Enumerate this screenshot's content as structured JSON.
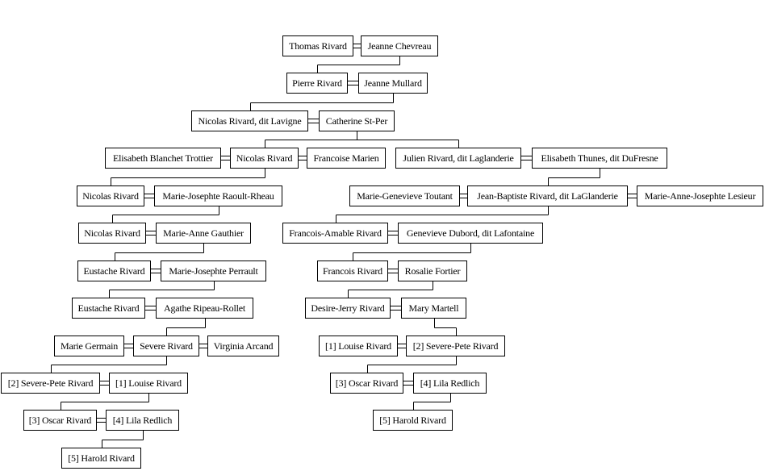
{
  "people": [
    {
      "id": "p1",
      "name": "Thomas Rivard"
    },
    {
      "id": "p2",
      "name": "Jeanne Chevreau"
    },
    {
      "id": "p3",
      "name": "Pierre Rivard"
    },
    {
      "id": "p4",
      "name": "Jeanne Mullard"
    },
    {
      "id": "p5",
      "name": "Nicolas Rivard, dit Lavigne"
    },
    {
      "id": "p6",
      "name": "Catherine St-Per"
    },
    {
      "id": "p7",
      "name": "Elisabeth Blanchet Trottier"
    },
    {
      "id": "p8",
      "name": "Nicolas Rivard"
    },
    {
      "id": "p9",
      "name": "Francoise Marien"
    },
    {
      "id": "p10",
      "name": "Julien Rivard, dit Laglanderie"
    },
    {
      "id": "p11",
      "name": "Elisabeth Thunes, dit DuFresne"
    },
    {
      "id": "p12",
      "name": "Nicolas Rivard"
    },
    {
      "id": "p13",
      "name": "Marie-Josephte Raoult-Rheau"
    },
    {
      "id": "p14",
      "name": "Marie-Genevieve Toutant"
    },
    {
      "id": "p15",
      "name": "Jean-Baptiste Rivard, dit LaGlanderie"
    },
    {
      "id": "p16",
      "name": "Marie-Anne-Josephte Lesieur"
    },
    {
      "id": "p17",
      "name": "Nicolas Rivard"
    },
    {
      "id": "p18",
      "name": "Marie-Anne Gauthier"
    },
    {
      "id": "p19",
      "name": "Francois-Amable Rivard"
    },
    {
      "id": "p20",
      "name": "Genevieve Dubord, dit Lafontaine"
    },
    {
      "id": "p21",
      "name": "Eustache Rivard"
    },
    {
      "id": "p22",
      "name": "Marie-Josephte Perrault"
    },
    {
      "id": "p23",
      "name": "Francois Rivard"
    },
    {
      "id": "p24",
      "name": "Rosalie Fortier"
    },
    {
      "id": "p25",
      "name": "Eustache Rivard"
    },
    {
      "id": "p26",
      "name": "Agathe Ripeau-Rollet"
    },
    {
      "id": "p27",
      "name": "Desire-Jerry Rivard"
    },
    {
      "id": "p28",
      "name": "Mary Martell"
    },
    {
      "id": "p29",
      "name": "Marie Germain"
    },
    {
      "id": "p30",
      "name": "Severe Rivard"
    },
    {
      "id": "p31",
      "name": "Virginia Arcand"
    },
    {
      "id": "p32",
      "name": "[1] Louise Rivard"
    },
    {
      "id": "p33",
      "name": "[2] Severe-Pete Rivard"
    },
    {
      "id": "p34",
      "name": "[2] Severe-Pete Rivard"
    },
    {
      "id": "p35",
      "name": "[1] Louise Rivard"
    },
    {
      "id": "p36",
      "name": "[3] Oscar Rivard"
    },
    {
      "id": "p37",
      "name": "[4] Lila Redlich"
    },
    {
      "id": "p38",
      "name": "[3] Oscar Rivard"
    },
    {
      "id": "p39",
      "name": "[4] Lila Redlich"
    },
    {
      "id": "p40",
      "name": "[5] Harold Rivard"
    },
    {
      "id": "p41",
      "name": "[5] Harold Rivard"
    }
  ],
  "marriages": [
    [
      "p1",
      "p2"
    ],
    [
      "p3",
      "p4"
    ],
    [
      "p5",
      "p6"
    ],
    [
      "p7",
      "p8"
    ],
    [
      "p8",
      "p9"
    ],
    [
      "p10",
      "p11"
    ],
    [
      "p12",
      "p13"
    ],
    [
      "p14",
      "p15"
    ],
    [
      "p15",
      "p16"
    ],
    [
      "p17",
      "p18"
    ],
    [
      "p19",
      "p20"
    ],
    [
      "p21",
      "p22"
    ],
    [
      "p23",
      "p24"
    ],
    [
      "p25",
      "p26"
    ],
    [
      "p27",
      "p28"
    ],
    [
      "p29",
      "p30"
    ],
    [
      "p30",
      "p31"
    ],
    [
      "p32",
      "p33"
    ],
    [
      "p34",
      "p35"
    ],
    [
      "p36",
      "p37"
    ],
    [
      "p38",
      "p39"
    ]
  ],
  "descent": [
    {
      "parents": [
        "p1",
        "p2"
      ],
      "children": [
        "p3"
      ]
    },
    {
      "parents": [
        "p3",
        "p4"
      ],
      "children": [
        "p5"
      ]
    },
    {
      "parents": [
        "p5",
        "p6"
      ],
      "children": [
        "p8",
        "p10"
      ]
    },
    {
      "parents": [
        "p7",
        "p8"
      ],
      "children": [
        "p12"
      ]
    },
    {
      "parents": [
        "p10",
        "p11"
      ],
      "children": [
        "p15"
      ]
    },
    {
      "parents": [
        "p12",
        "p13"
      ],
      "children": [
        "p17"
      ]
    },
    {
      "parents": [
        "p14",
        "p15"
      ],
      "children": [
        "p19"
      ]
    },
    {
      "parents": [
        "p17",
        "p18"
      ],
      "children": [
        "p21"
      ]
    },
    {
      "parents": [
        "p19",
        "p20"
      ],
      "children": [
        "p23"
      ]
    },
    {
      "parents": [
        "p21",
        "p22"
      ],
      "children": [
        "p25"
      ]
    },
    {
      "parents": [
        "p23",
        "p24"
      ],
      "children": [
        "p27"
      ]
    },
    {
      "parents": [
        "p25",
        "p26"
      ],
      "children": [
        "p30"
      ]
    },
    {
      "parents": [
        "p27",
        "p28"
      ],
      "children": [
        "p33"
      ]
    },
    {
      "parents": [
        "p29",
        "p30"
      ],
      "children": [
        "p34"
      ]
    },
    {
      "parents": [
        "p32",
        "p33"
      ],
      "children": [
        "p38"
      ]
    },
    {
      "parents": [
        "p34",
        "p35"
      ],
      "children": [
        "p36"
      ]
    },
    {
      "parents": [
        "p38",
        "p39"
      ],
      "children": [
        "p41"
      ]
    },
    {
      "parents": [
        "p36",
        "p37"
      ],
      "children": [
        "p40"
      ]
    }
  ]
}
